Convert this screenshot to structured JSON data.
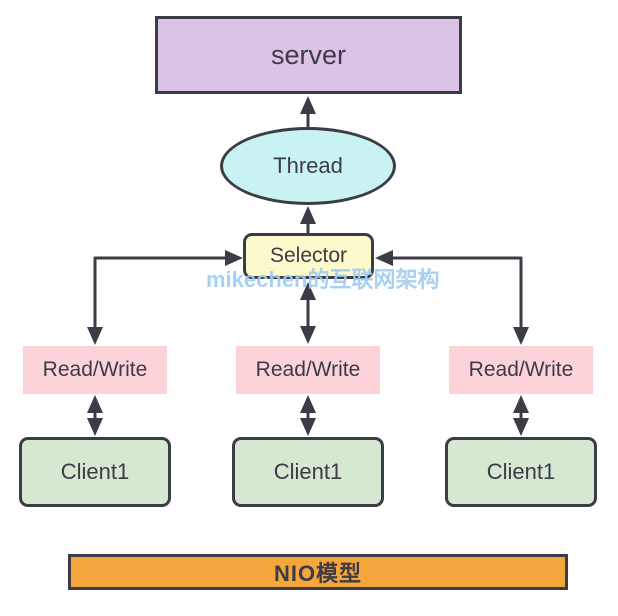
{
  "diagram": {
    "title_banner": "NIO模型",
    "watermark": "mikechen的互联网架构",
    "nodes": {
      "server": {
        "label": "server"
      },
      "thread": {
        "label": "Thread"
      },
      "selector": {
        "label": "Selector"
      },
      "read_write": [
        {
          "label": "Read/Write"
        },
        {
          "label": "Read/Write"
        },
        {
          "label": "Read/Write"
        }
      ],
      "clients": [
        {
          "label": "Client1"
        },
        {
          "label": "Client1"
        },
        {
          "label": "Client1"
        }
      ]
    },
    "connections": [
      {
        "from": "thread",
        "to": "server",
        "type": "arrow-up"
      },
      {
        "from": "selector",
        "to": "thread",
        "type": "arrow-up"
      },
      {
        "from": "selector",
        "to": "read_write_mid",
        "type": "double-arrow"
      },
      {
        "from": "selector",
        "to": "read_write_left",
        "type": "elbow-double-arrow"
      },
      {
        "from": "selector",
        "to": "read_write_right",
        "type": "elbow-double-arrow"
      },
      {
        "from": "read_write_left",
        "to": "client_left",
        "type": "double-arrow"
      },
      {
        "from": "read_write_mid",
        "to": "client_mid",
        "type": "double-arrow"
      },
      {
        "from": "read_write_right",
        "to": "client_right",
        "type": "double-arrow"
      }
    ],
    "colors": {
      "server_fill": "#dcc2e6",
      "thread_fill": "#c9f3f2",
      "selector_fill": "#fcfacd",
      "readwrite_fill": "#fbd3d9",
      "client_fill": "#d6e7d2",
      "banner_fill": "#f4a63c",
      "stroke": "#3c3c46",
      "watermark": "#a0cdf1",
      "background": "#ffffff"
    }
  }
}
